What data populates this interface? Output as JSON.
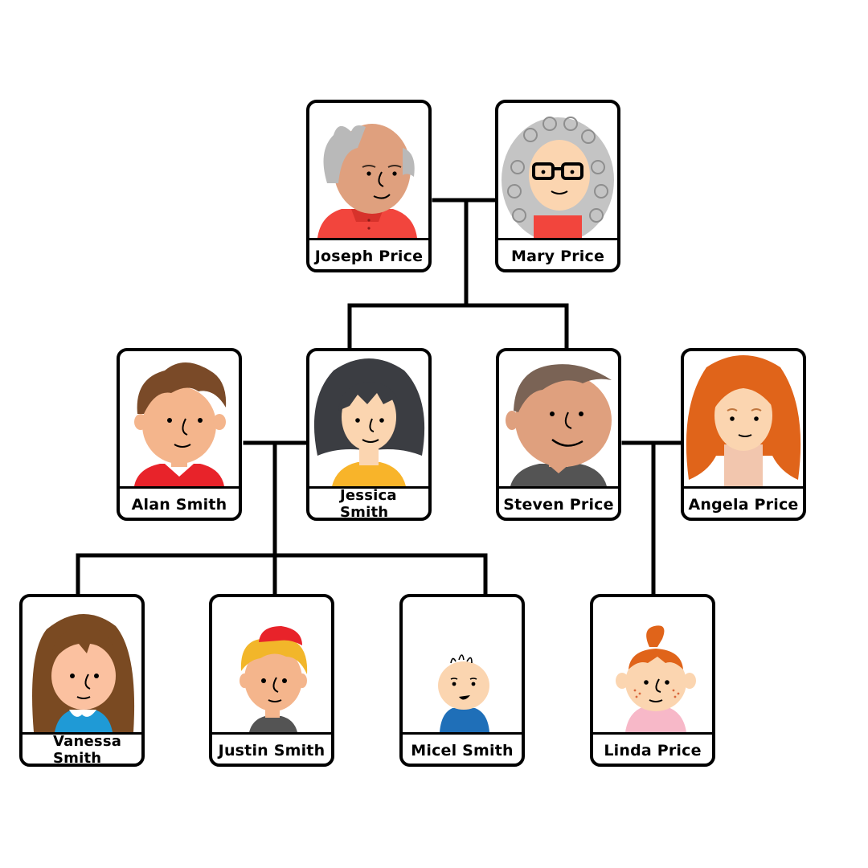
{
  "colors": {
    "line": "#000000",
    "card_border": "#000000",
    "background": "#ffffff"
  },
  "family": {
    "grandparents": [
      {
        "id": "joseph",
        "name": "Joseph Price",
        "portrait": "elderly-man-avatar"
      },
      {
        "id": "mary",
        "name": "Mary Price",
        "portrait": "elderly-woman-avatar"
      }
    ],
    "parents": [
      {
        "id": "alan",
        "name": "Alan Smith",
        "portrait": "man-avatar"
      },
      {
        "id": "jessica",
        "name": "Jessica Smith",
        "name_line1": "Jessica",
        "name_line2": "Smith",
        "portrait": "woman-avatar"
      },
      {
        "id": "steven",
        "name": "Steven Price",
        "portrait": "man-avatar"
      },
      {
        "id": "angela",
        "name": "Angela Price",
        "portrait": "woman-avatar"
      }
    ],
    "children": [
      {
        "id": "vanessa",
        "name": "Vanessa Smith",
        "name_line1": "Vanessa",
        "name_line2": "Smith",
        "portrait": "girl-avatar"
      },
      {
        "id": "justin",
        "name": "Justin Smith",
        "portrait": "boy-avatar"
      },
      {
        "id": "micel",
        "name": "Micel Smith",
        "portrait": "baby-avatar"
      },
      {
        "id": "linda",
        "name": "Linda Price",
        "portrait": "girl-avatar"
      }
    ]
  }
}
